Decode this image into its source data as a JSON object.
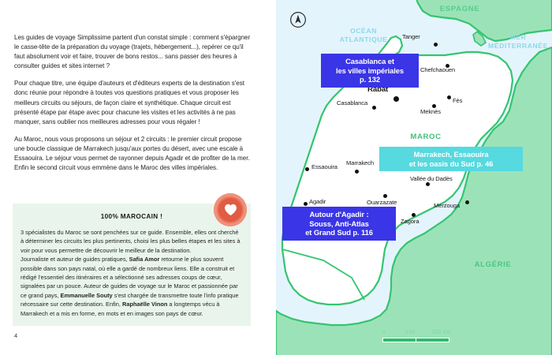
{
  "left": {
    "paragraphs": [
      "Les guides de voyage Simplissime partent d'un constat simple : comment s'épargner le casse-tête de la préparation du voyage (trajets, hébergement...), repérer ce qu'il faut absolument voir et faire, trouver de bons restos... sans passer des heures à consulter guides et sites internet ?",
      "Pour chaque titre, une équipe d'auteurs et d'éditeurs experts de la destination s'est donc réunie pour répondre à toutes vos questions pratiques et vous proposer les meilleurs circuits ou séjours, de façon claire et synthétique. Chaque circuit est présenté étape par étape avec pour chacune les visites et les activités à ne pas manquer, sans oublier nos meilleures adresses pour vous régaler !",
      "Au Maroc, nous vous proposons un séjour et 2 circuits : le premier circuit propose une boucle classique de Marrakech jusqu'aux portes du désert, avec une escale à Essaouira. Le séjour vous permet de rayonner depuis Agadir et de profiter de la mer. Enfin le second circuit vous emmène dans le Maroc des villes impériales."
    ],
    "info_box": {
      "title": "100% MAROCAIN !",
      "p1": "3 spécialistes du Maroc se sont penchées sur ce guide. Ensemble, elles ont cherché à déterminer les circuits les plus pertinents, choisi les plus belles étapes et les sites à voir pour vous permettre de découvrir le meilleur de la destination.",
      "p2_a": "Journaliste et auteur de guides pratiques, ",
      "p2_name1": "Safia Amor",
      "p2_b": " retourne le plus souvent possible dans son pays natal, où elle a gardé de nombreux liens. Elle a construit et rédigé l'essentiel des itinéraires et a sélectionné ses adresses coups de cœur, signalées par un pouce. Auteur de guides de voyage sur le Maroc et passionnée par ce grand pays, ",
      "p2_name2": "Emmanuelle Souty",
      "p2_c": " s'est chargée de transmettre toute l'info pratique nécessaire sur cette destination. Enfin, ",
      "p2_name3": "Raphaëlle Vinon",
      "p2_d": " a longtemps vécu à Marrakech et a mis en forme, en mots et en images son pays de cœur."
    },
    "heart_icon": "heart-icon",
    "folio": "4"
  },
  "map": {
    "compass_icon": "compass-north-icon",
    "regions": [
      {
        "name": "OCÉAN ATLANTIQUE",
        "line1": "OCÉAN",
        "line2": "ATLANTIQUE"
      },
      {
        "name": "MER MÉDITERRANÉE",
        "line1": "MER",
        "line2": "MÉDITERRANÉE"
      },
      {
        "name": "ESPAGNE",
        "line1": "ESPAGNE"
      },
      {
        "name": "MAROC",
        "line1": "MAROC"
      },
      {
        "name": "ALGÉRIE",
        "line1": "ALGÉRIE"
      }
    ],
    "cities": [
      {
        "name": "Tanger"
      },
      {
        "name": "Chefchaouen"
      },
      {
        "name": "Rabat"
      },
      {
        "name": "Casablanca"
      },
      {
        "name": "Meknès"
      },
      {
        "name": "Fès"
      },
      {
        "name": "Essaouira"
      },
      {
        "name": "Marrakech"
      },
      {
        "name": "Vallée du Dadès"
      },
      {
        "name": "Agadir"
      },
      {
        "name": "Ouarzazate"
      },
      {
        "name": "Merzouga"
      },
      {
        "name": "Zagora"
      }
    ],
    "callouts": [
      {
        "id": "casablanca",
        "line1": "Casablanca et",
        "line2": "les villes impériales",
        "line3": "p. 132",
        "color": "#3a35e6"
      },
      {
        "id": "marrakech",
        "line1": "Marrakech, Essaouira",
        "line2": "et les oasis du Sud p. 46",
        "line3": "",
        "color": "#56d9df"
      },
      {
        "id": "agadir",
        "line1": "Autour d'Agadir :",
        "line2": "Souss, Anti-Atlas",
        "line3": "et Grand Sud p. 116",
        "color": "#3a35e6"
      }
    ],
    "scale": {
      "t0": "0",
      "t1": "100",
      "t2": "200 km"
    },
    "colors": {
      "ocean": "#e4f4fd",
      "land": "#9ce2b9",
      "morocco": "#ffffff",
      "border": "#34c56e",
      "blue_callout": "#3a35e6",
      "cyan_callout": "#56d9df",
      "info_box_bg": "#e9f5ec",
      "heart_badge": "#e05c42"
    }
  }
}
